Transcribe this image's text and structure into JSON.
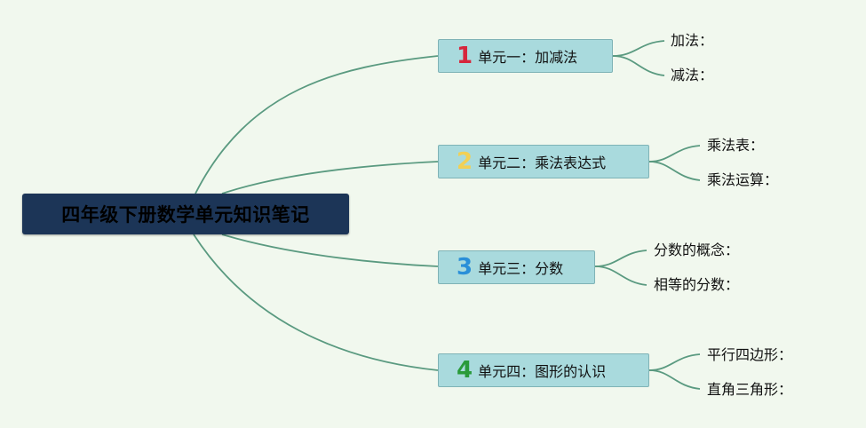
{
  "root": {
    "title": "四年级下册数学单元知识笔记"
  },
  "colors": {
    "background": "#f1f8ee",
    "root_fill": "#1c3557",
    "branch_fill": "#a9dadd",
    "line": "#5a9a80",
    "marker_1": "#d6263c",
    "marker_2": "#f2d054",
    "marker_3": "#2a8fd8",
    "marker_4": "#2a9b3a"
  },
  "branches": [
    {
      "number": "1",
      "label": "单元一：加减法",
      "items": [
        "加法：",
        "减法："
      ]
    },
    {
      "number": "2",
      "label": "单元二：乘法表达式",
      "items": [
        "乘法表：",
        "乘法运算："
      ]
    },
    {
      "number": "3",
      "label": "单元三：分数",
      "items": [
        "分数的概念：",
        "相等的分数："
      ]
    },
    {
      "number": "4",
      "label": "单元四：图形的认识",
      "items": [
        "平行四边形：",
        "直角三角形："
      ]
    }
  ]
}
